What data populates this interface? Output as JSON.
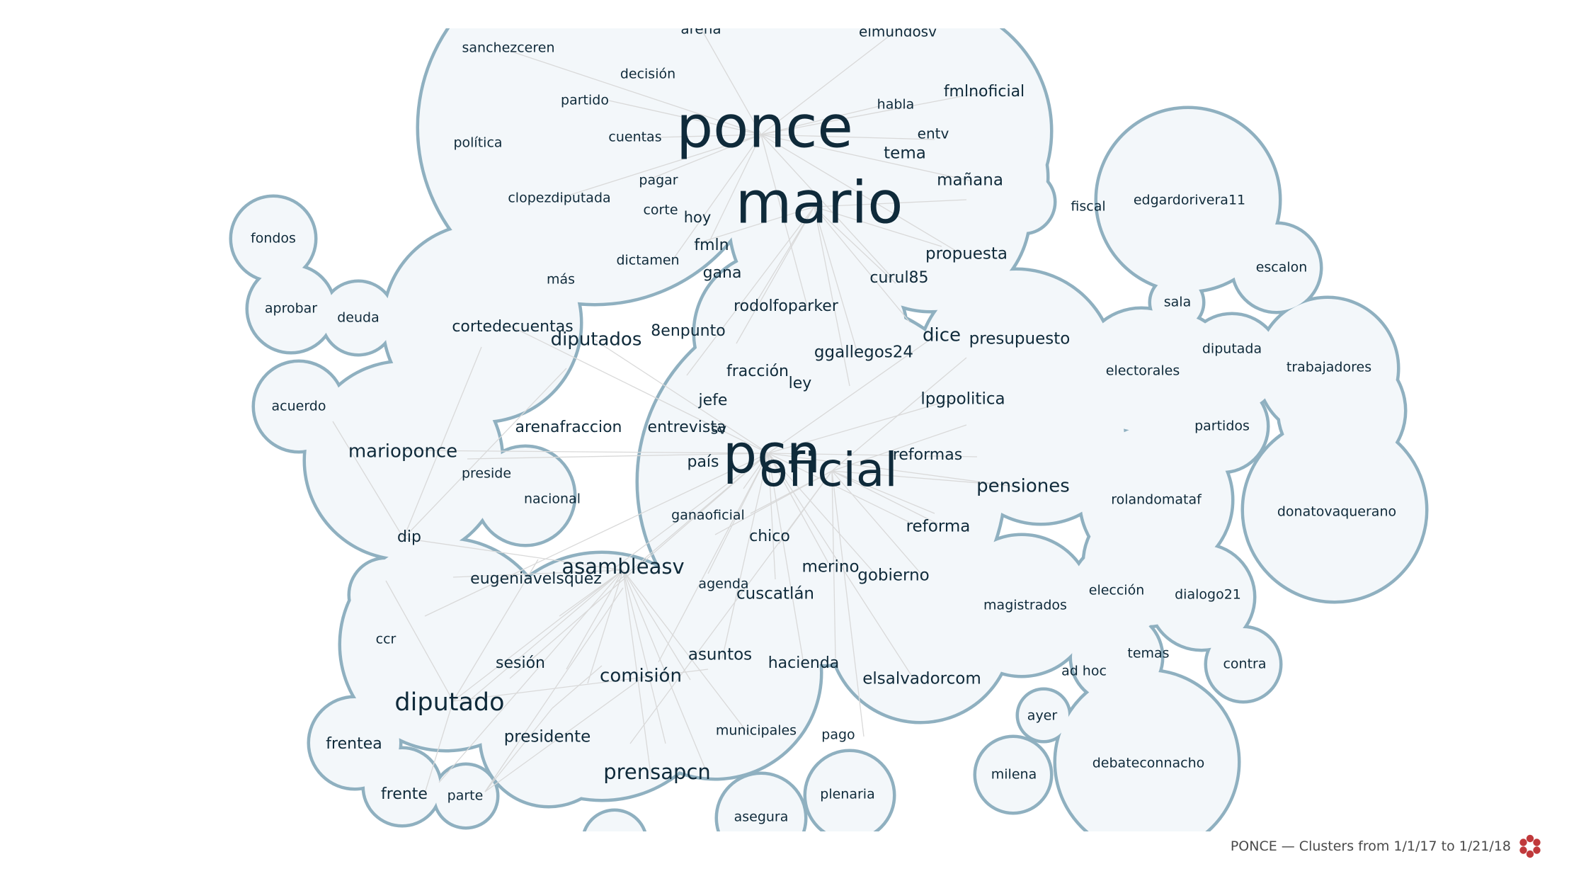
{
  "footer": {
    "text": "PONCE — Clusters from 1/1/17 to 1/21/18"
  },
  "colors": {
    "bubble_fill": "#f3f7fa",
    "bubble_stroke": "#8fb0c0",
    "edge": "#d9d9d9",
    "text": "#0f2a3a",
    "logo": "#c0393b"
  },
  "icons": {
    "brand": "flower-logo-icon"
  },
  "words": [
    {
      "t": "arena",
      "s": 20
    },
    {
      "t": "elmundosv",
      "s": 20
    },
    {
      "t": "sanchezceren",
      "s": 19
    },
    {
      "t": "decisión",
      "s": 19
    },
    {
      "t": "fmlnoficial",
      "s": 22
    },
    {
      "t": "partido",
      "s": 19
    },
    {
      "t": "habla",
      "s": 19
    },
    {
      "t": "política",
      "s": 19
    },
    {
      "t": "cuentas",
      "s": 19
    },
    {
      "t": "ponce",
      "s": 82
    },
    {
      "t": "entv",
      "s": 20
    },
    {
      "t": "tema",
      "s": 23
    },
    {
      "t": "pagar",
      "s": 19
    },
    {
      "t": "mañana",
      "s": 23
    },
    {
      "t": "clopezdiputada",
      "s": 19
    },
    {
      "t": "corte",
      "s": 19
    },
    {
      "t": "hoy",
      "s": 21
    },
    {
      "t": "mario",
      "s": 82
    },
    {
      "t": "fondos",
      "s": 19
    },
    {
      "t": "fmln",
      "s": 22
    },
    {
      "t": "dictamen",
      "s": 19
    },
    {
      "t": "propuesta",
      "s": 23
    },
    {
      "t": "más",
      "s": 19
    },
    {
      "t": "gana",
      "s": 22
    },
    {
      "t": "curul85",
      "s": 22
    },
    {
      "t": "aprobar",
      "s": 19
    },
    {
      "t": "deuda",
      "s": 19
    },
    {
      "t": "rodolfoparker",
      "s": 22
    },
    {
      "t": "cortedecuentas",
      "s": 22
    },
    {
      "t": "8enpunto",
      "s": 22
    },
    {
      "t": "diputados",
      "s": 26
    },
    {
      "t": "dice",
      "s": 26
    },
    {
      "t": "presupuesto",
      "s": 23
    },
    {
      "t": "ggallegos24",
      "s": 23
    },
    {
      "t": "fracción",
      "s": 22
    },
    {
      "t": "ley",
      "s": 22
    },
    {
      "t": "acuerdo",
      "s": 19
    },
    {
      "t": "jefe",
      "s": 22
    },
    {
      "t": "lpgpolitica",
      "s": 23
    },
    {
      "t": "arenafraccion",
      "s": 22
    },
    {
      "t": "entrevista",
      "s": 22
    },
    {
      "t": "sv",
      "s": 20
    },
    {
      "t": "reformas",
      "s": 22
    },
    {
      "t": "marioponce",
      "s": 26
    },
    {
      "t": "pcn",
      "s": 76
    },
    {
      "t": "oficial",
      "s": 66
    },
    {
      "t": "preside",
      "s": 19
    },
    {
      "t": "país",
      "s": 22
    },
    {
      "t": "pensiones",
      "s": 26
    },
    {
      "t": "nacional",
      "s": 19
    },
    {
      "t": "ganaoficial",
      "s": 19
    },
    {
      "t": "reforma",
      "s": 23
    },
    {
      "t": "dip",
      "s": 22
    },
    {
      "t": "chico",
      "s": 22
    },
    {
      "t": "asambleasv",
      "s": 29
    },
    {
      "t": "merino",
      "s": 23
    },
    {
      "t": "gobierno",
      "s": 23
    },
    {
      "t": "eugeniavelsquez",
      "s": 22
    },
    {
      "t": "agenda",
      "s": 19
    },
    {
      "t": "cuscatlán",
      "s": 23
    },
    {
      "t": "ccr",
      "s": 19
    },
    {
      "t": "asuntos",
      "s": 23
    },
    {
      "t": "sesión",
      "s": 22
    },
    {
      "t": "comisión",
      "s": 26
    },
    {
      "t": "hacienda",
      "s": 22
    },
    {
      "t": "elsalvadorcom",
      "s": 23
    },
    {
      "t": "diputado",
      "s": 35
    },
    {
      "t": "frentea",
      "s": 22
    },
    {
      "t": "presidente",
      "s": 23
    },
    {
      "t": "municipales",
      "s": 19
    },
    {
      "t": "pago",
      "s": 19
    },
    {
      "t": "prensapcn",
      "s": 29
    },
    {
      "t": "frente",
      "s": 22
    },
    {
      "t": "parte",
      "s": 19
    },
    {
      "t": "plenaria",
      "s": 19
    },
    {
      "t": "asegura",
      "s": 19
    },
    {
      "t": "fiscal",
      "s": 19
    },
    {
      "t": "edgardorivera11",
      "s": 19
    },
    {
      "t": "escalon",
      "s": 19
    },
    {
      "t": "sala",
      "s": 19
    },
    {
      "t": "diputada",
      "s": 19
    },
    {
      "t": "electorales",
      "s": 19
    },
    {
      "t": "trabajadores",
      "s": 19
    },
    {
      "t": "partidos",
      "s": 19
    },
    {
      "t": "rolandomataf",
      "s": 19
    },
    {
      "t": "donatovaquerano",
      "s": 19
    },
    {
      "t": "magistrados",
      "s": 19
    },
    {
      "t": "elección",
      "s": 19
    },
    {
      "t": "dialogo21",
      "s": 19
    },
    {
      "t": "temas",
      "s": 19
    },
    {
      "t": "ad hoc",
      "s": 19
    },
    {
      "t": "contra",
      "s": 19
    },
    {
      "t": "ayer",
      "s": 19
    },
    {
      "t": "milena",
      "s": 19
    },
    {
      "t": "debateconnacho",
      "s": 19
    }
  ]
}
